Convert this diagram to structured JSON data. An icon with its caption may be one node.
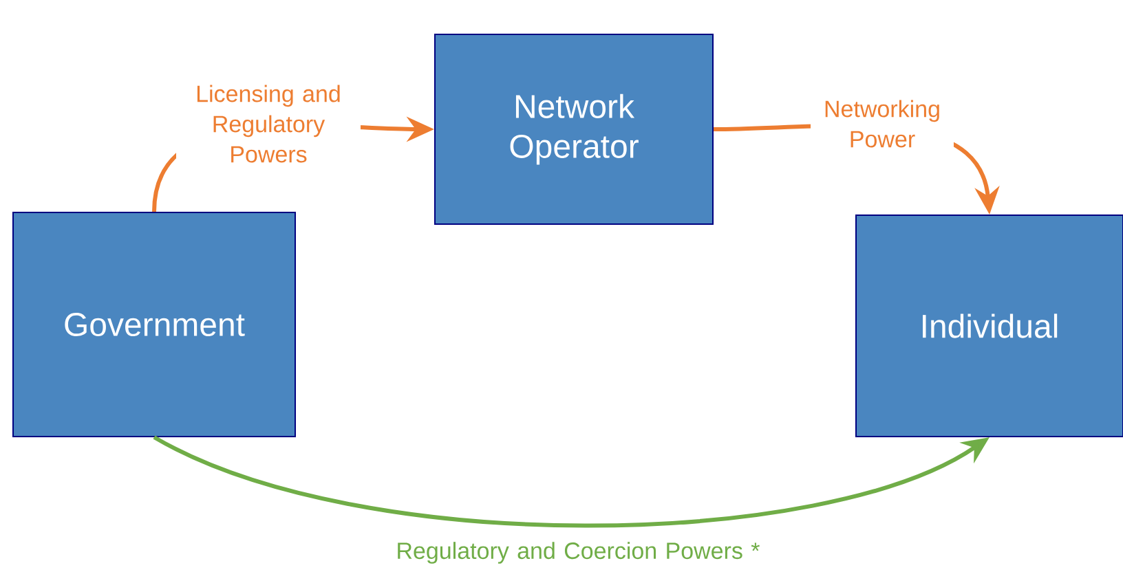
{
  "diagram": {
    "nodes": [
      {
        "text": [
          "Government"
        ]
      },
      {
        "text": [
          "Network Operator"
        ]
      },
      {
        "text": [
          "Individual"
        ]
      }
    ],
    "edges": [
      {
        "from": 0,
        "to": 1,
        "arrow": "to",
        "label": "Licensing and Regulatory Powers"
      },
      {
        "from": 1,
        "to": 2,
        "arrow": "to",
        "label": "Networking Power"
      },
      {
        "from": 0,
        "to": 2,
        "arrow": "to",
        "label": "Regulatory and Coercion Powers *",
        "color": "#70ad47"
      }
    ]
  }
}
